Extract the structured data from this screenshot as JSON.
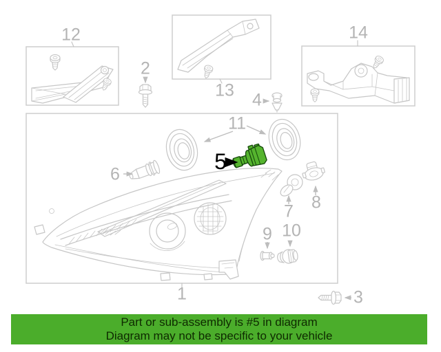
{
  "diagram": {
    "description": "Headlight assembly exploded parts diagram",
    "callouts": {
      "1": "1",
      "2": "2",
      "3": "3",
      "4": "4",
      "5": "5",
      "6": "6",
      "7": "7",
      "8": "8",
      "9": "9",
      "10": "10",
      "11": "11",
      "12": "12",
      "13": "13",
      "14": "14"
    },
    "highlighted_callout": "5"
  },
  "banner": {
    "line1": "Part or sub-assembly is #5 in diagram",
    "line2": "Diagram may not be specific to your vehicle"
  },
  "colors": {
    "banner_green": "#4bad2b",
    "highlight_green": "#55b42e",
    "highlight_outline": "#15470b",
    "line_gray": "#c6c6c6",
    "label_gray": "#b4b4b4"
  }
}
